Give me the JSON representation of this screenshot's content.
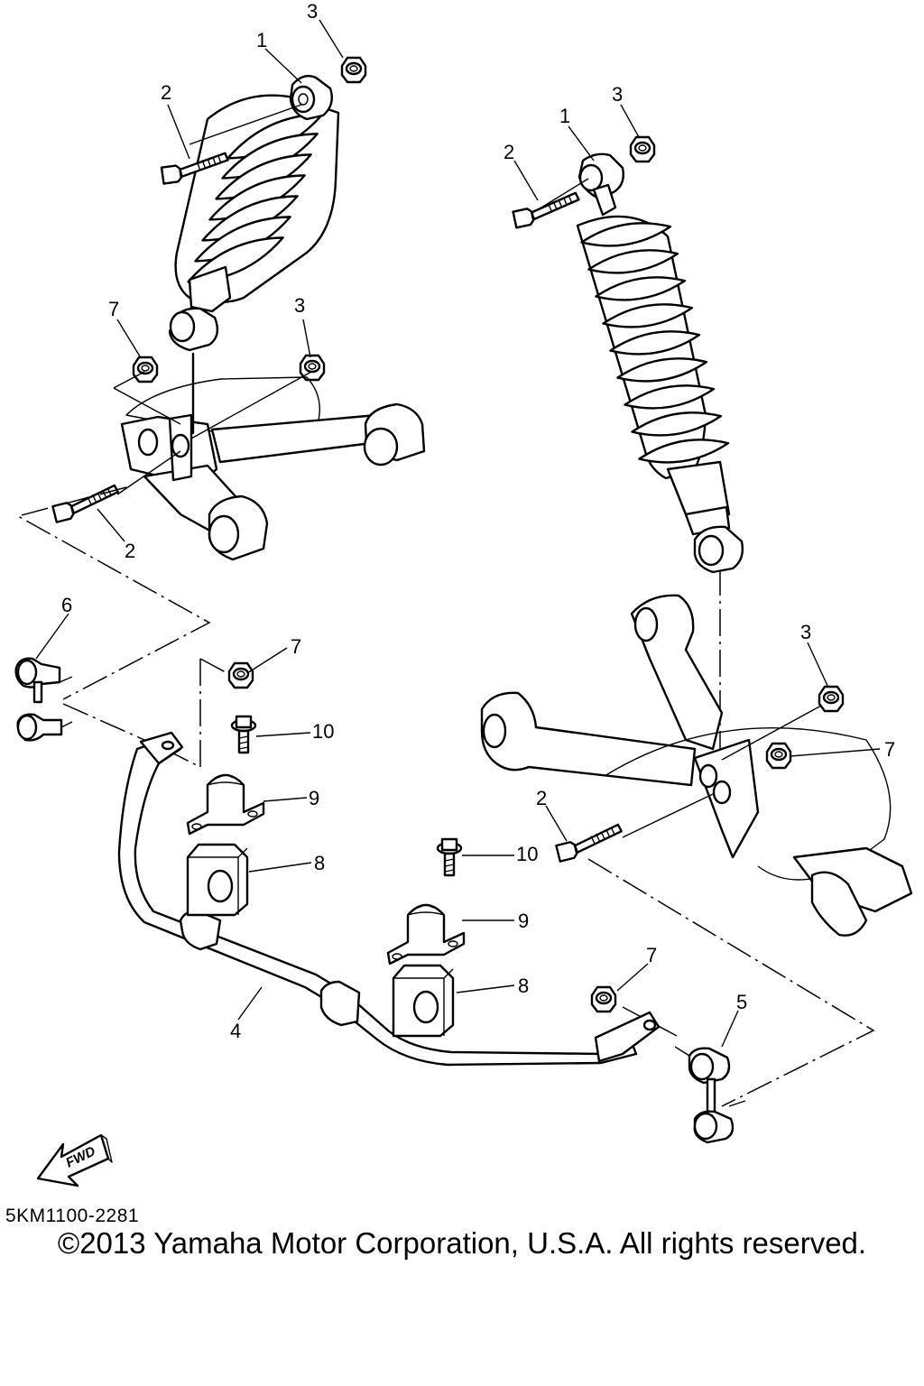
{
  "diagram": {
    "callouts": [
      {
        "id": "c1a",
        "text": "1"
      },
      {
        "id": "c1b",
        "text": "1"
      },
      {
        "id": "c2a",
        "text": "2"
      },
      {
        "id": "c2b",
        "text": "2"
      },
      {
        "id": "c2c",
        "text": "2"
      },
      {
        "id": "c2d",
        "text": "2"
      },
      {
        "id": "c3a",
        "text": "3"
      },
      {
        "id": "c3b",
        "text": "3"
      },
      {
        "id": "c3c",
        "text": "3"
      },
      {
        "id": "c3d",
        "text": "3"
      },
      {
        "id": "c4",
        "text": "4"
      },
      {
        "id": "c5",
        "text": "5"
      },
      {
        "id": "c6",
        "text": "6"
      },
      {
        "id": "c7a",
        "text": "7"
      },
      {
        "id": "c7b",
        "text": "7"
      },
      {
        "id": "c7c",
        "text": "7"
      },
      {
        "id": "c7d",
        "text": "7"
      },
      {
        "id": "c8a",
        "text": "8"
      },
      {
        "id": "c8b",
        "text": "8"
      },
      {
        "id": "c9a",
        "text": "9"
      },
      {
        "id": "c9b",
        "text": "9"
      },
      {
        "id": "c10a",
        "text": "10"
      },
      {
        "id": "c10b",
        "text": "10"
      }
    ],
    "fwd_label": "FWD",
    "diagram_code": "5KM1100-2281",
    "copyright": "©2013 Yamaha Motor Corporation, U.S.A. All rights reserved."
  }
}
